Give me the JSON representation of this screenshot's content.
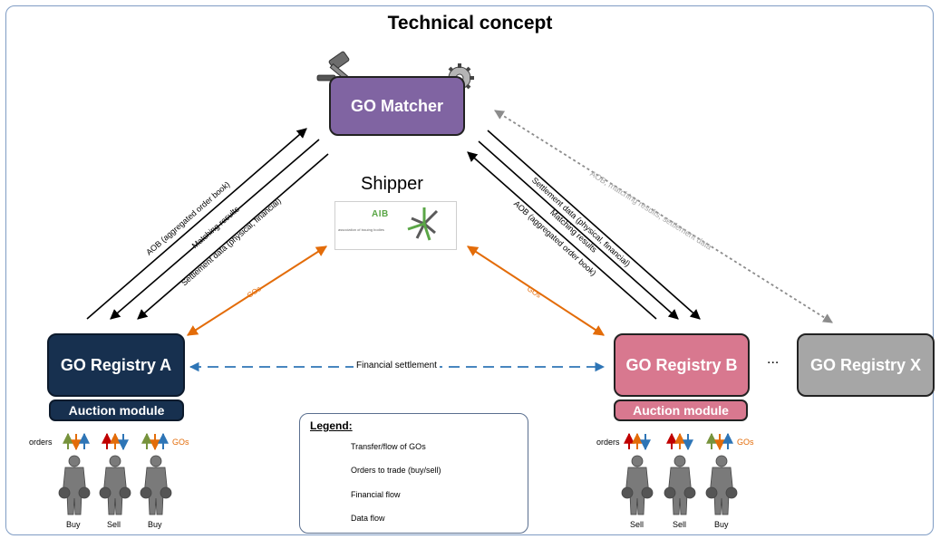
{
  "title": "Technical concept",
  "nodes": {
    "matcher": "GO Matcher",
    "registry_a": "GO Registry A",
    "registry_b": "GO Registry B",
    "registry_x": "GO Registry X",
    "auction_a": "Auction module",
    "auction_b": "Auction module",
    "ellipsis": "..."
  },
  "shipper": {
    "label": "Shipper",
    "logo_text": "AIB",
    "logo_subtext": "association of issuing bodies"
  },
  "edges": {
    "left_aob": "AOB (aggregated order book)",
    "left_matching": "Matching results",
    "left_settlement": "Settlement data (physical, financial)",
    "right_settlement": "Settlement data (physical, financial)",
    "right_matching": "Matching results",
    "right_aob": "AOB (aggregated order book)",
    "x_link": "AOB, matching results, settlement data",
    "gos_left": "GOs",
    "gos_right": "GOs",
    "financial": "Financial settlement"
  },
  "participants": {
    "orders_label": "orders",
    "gos_label": "GOs",
    "a_roles": [
      "Buy",
      "Sell",
      "Buy"
    ],
    "b_roles": [
      "Sell",
      "Sell",
      "Buy"
    ]
  },
  "legend": {
    "title": "Legend:",
    "items": [
      "Transfer/flow of GOs",
      "Orders to trade (buy/sell)",
      "Financial flow",
      "Data flow"
    ]
  },
  "colors": {
    "matcher": "#8064a2",
    "registry_a": "#17304f",
    "registry_b": "#d8788f",
    "registry_x": "#a6a6a6",
    "go_flow": "#e36c09",
    "financial": "#2e75b6",
    "order_red": "#c00000",
    "order_green": "#77933c",
    "data": "#000000"
  },
  "icons": [
    "gavel-icon",
    "gear-icon",
    "person-with-money-bag-icon"
  ]
}
